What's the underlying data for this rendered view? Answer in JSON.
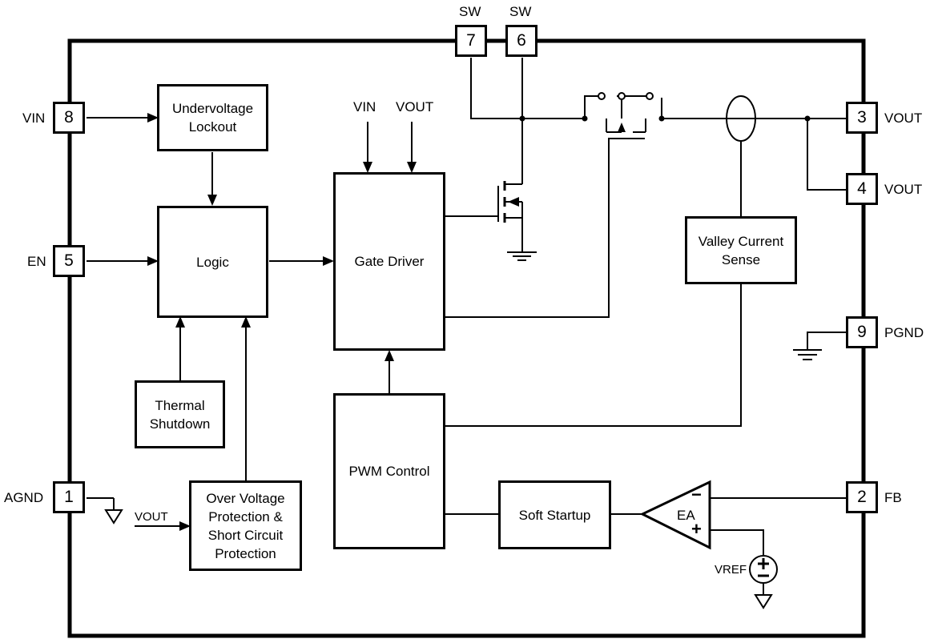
{
  "pins": {
    "vin": {
      "number": "8",
      "name": "VIN"
    },
    "en": {
      "number": "5",
      "name": "EN"
    },
    "agnd": {
      "number": "1",
      "name": "AGND"
    },
    "sw7": {
      "number": "7",
      "name": "SW"
    },
    "sw6": {
      "number": "6",
      "name": "SW"
    },
    "vout3": {
      "number": "3",
      "name": "VOUT"
    },
    "vout4": {
      "number": "4",
      "name": "VOUT"
    },
    "pgnd": {
      "number": "9",
      "name": "PGND"
    },
    "fb": {
      "number": "2",
      "name": "FB"
    }
  },
  "blocks": {
    "uvlo": [
      "Undervoltage",
      "Lockout"
    ],
    "logic": "Logic",
    "thermal": [
      "Thermal",
      "Shutdown"
    ],
    "ovp": [
      "Over Voltage",
      "Protection &",
      "Short Circuit",
      "Protection"
    ],
    "gate_driver": "Gate Driver",
    "pwm": "PWM Control",
    "soft_start": "Soft Startup",
    "valley": [
      "Valley Current",
      "Sense"
    ]
  },
  "signals": {
    "gd_vin": "VIN",
    "gd_vout": "VOUT",
    "ovp_vout": "VOUT",
    "vref": "VREF",
    "ea": "EA",
    "ea_minus": "−",
    "ea_plus": "+"
  }
}
